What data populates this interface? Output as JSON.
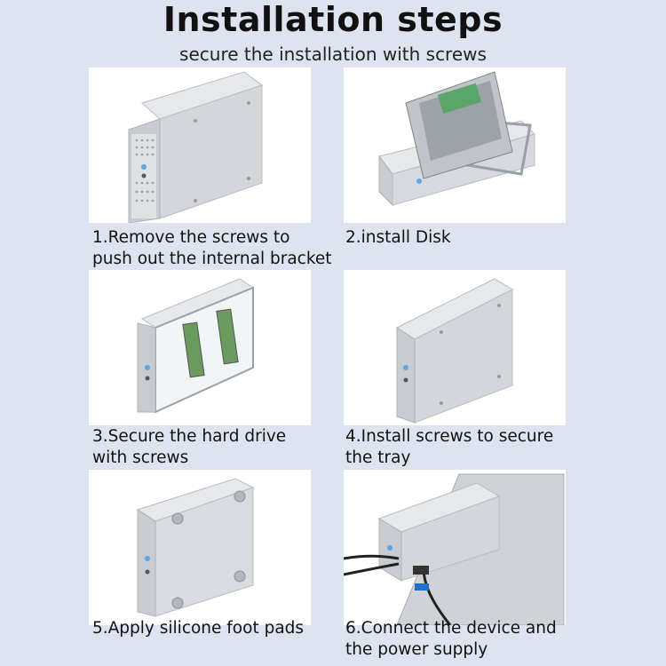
{
  "header": {
    "title": "Installation steps",
    "subtitle": "secure the installation with screws"
  },
  "steps": [
    {
      "caption": "1.Remove the screws to\npush out the internal bracket"
    },
    {
      "caption": "2.install Disk"
    },
    {
      "caption": "3.Secure the hard drive\nwith screws"
    },
    {
      "caption": "4.Install screws to secure\nthe tray"
    },
    {
      "caption": "5.Apply silicone foot pads"
    },
    {
      "caption": "6.Connect the device and\nthe power supply"
    }
  ],
  "colors": {
    "background": "#dee4ef",
    "panel": "#ffffff",
    "aluminum": "#c9ccd1",
    "led": "#5aa7e6",
    "drive_label": "#5aa56a",
    "usb_plug": "#1f6fd1"
  }
}
